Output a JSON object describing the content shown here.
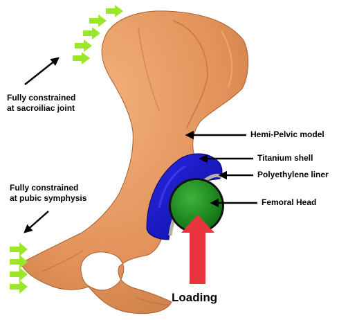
{
  "labels": {
    "sacroiliac": [
      "Fully constrained",
      "at sacroiliac joint"
    ],
    "pubic": [
      "Fully constrained",
      "at pubic symphysis"
    ],
    "hemi_pelvic": "Hemi-Pelvic model",
    "titanium_shell": "Titanium shell",
    "polyethylene_liner": "Polyethylene liner",
    "femoral_head": "Femoral Head",
    "loading": "Loading"
  },
  "colors": {
    "bone": "#E2925A",
    "bone_shadow": "#B86A38",
    "bone_highlight": "#F3B07A",
    "titanium_shell": "#1414C8",
    "polyethylene_liner": "#B4B4A0",
    "femoral_head": "#1E8C1E",
    "load_arrow": "#E8343C",
    "constraint_arrows": "#9BE52A",
    "pointer_arrows": "#000000"
  },
  "icons": {
    "constraint": "green-arrow-icon",
    "pointer": "black-arrow-icon",
    "load": "red-load-arrow-icon"
  }
}
